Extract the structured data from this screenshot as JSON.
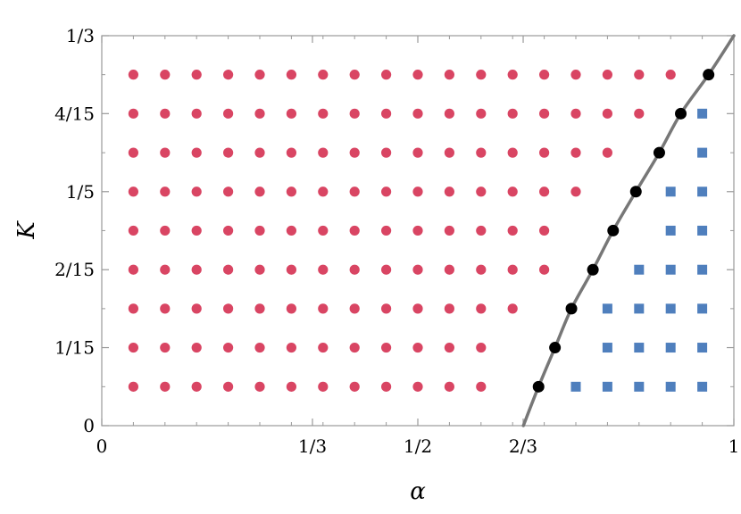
{
  "chart_data": {
    "type": "scatter",
    "title": "",
    "xlabel": "α",
    "ylabel": "K",
    "xlim": [
      0,
      1
    ],
    "ylim": [
      0,
      0.3333
    ],
    "x_ticks": [
      {
        "value": 0,
        "label": "0"
      },
      {
        "value": 0.3333,
        "label": "1/3"
      },
      {
        "value": 0.5,
        "label": "1/2"
      },
      {
        "value": 0.6667,
        "label": "2/3"
      },
      {
        "value": 1,
        "label": "1"
      }
    ],
    "x_minor_ticks": [
      0.05,
      0.1,
      0.15,
      0.2,
      0.25,
      0.3,
      0.35,
      0.4,
      0.45,
      0.55,
      0.6,
      0.65,
      0.7,
      0.75,
      0.8,
      0.85,
      0.9,
      0.95
    ],
    "y_ticks": [
      {
        "value": 0,
        "label": "0"
      },
      {
        "value": 0.0667,
        "label": "1/15"
      },
      {
        "value": 0.1333,
        "label": "2/15"
      },
      {
        "value": 0.2,
        "label": "1/5"
      },
      {
        "value": 0.2667,
        "label": "4/15"
      },
      {
        "value": 0.3333,
        "label": "1/3"
      }
    ],
    "y_minor_ticks": [
      0.0333,
      0.1,
      0.1667,
      0.2333,
      0.3
    ],
    "grid": false,
    "alpha_grid": [
      0.05,
      0.1,
      0.15,
      0.2,
      0.25,
      0.3,
      0.35,
      0.4,
      0.45,
      0.5,
      0.55,
      0.6,
      0.65,
      0.7,
      0.75,
      0.8,
      0.85,
      0.9,
      0.95
    ],
    "K_grid": [
      0.0333,
      0.0667,
      0.1,
      0.1333,
      0.1667,
      0.2,
      0.2333,
      0.2667,
      0.3
    ],
    "series": [
      {
        "marker": "circle",
        "color": "#d94563",
        "red_max_alpha_per_row": [
          0.6,
          0.6,
          0.65,
          0.7,
          0.7,
          0.75,
          0.8,
          0.85,
          0.9
        ]
      },
      {
        "marker": "circle",
        "color": "#000000",
        "points": [
          [
            0.691,
            0.0333
          ],
          [
            0.717,
            0.0667
          ],
          [
            0.743,
            0.1
          ],
          [
            0.777,
            0.1333
          ],
          [
            0.809,
            0.1667
          ],
          [
            0.845,
            0.2
          ],
          [
            0.882,
            0.2333
          ],
          [
            0.916,
            0.2667
          ],
          [
            0.96,
            0.3
          ]
        ]
      },
      {
        "marker": "square",
        "color": "#4f7fbd",
        "blue_min_alpha_per_row": [
          0.75,
          0.8,
          0.8,
          0.85,
          0.9,
          0.9,
          0.95,
          0.95,
          null
        ]
      }
    ],
    "curve": {
      "color": "#777777",
      "points": [
        [
          0.667,
          0.0
        ],
        [
          0.691,
          0.0333
        ],
        [
          0.717,
          0.0667
        ],
        [
          0.743,
          0.1
        ],
        [
          0.777,
          0.1333
        ],
        [
          0.809,
          0.1667
        ],
        [
          0.845,
          0.2
        ],
        [
          0.882,
          0.2333
        ],
        [
          0.916,
          0.2667
        ],
        [
          0.96,
          0.3
        ],
        [
          1.0,
          0.3333
        ]
      ]
    }
  }
}
